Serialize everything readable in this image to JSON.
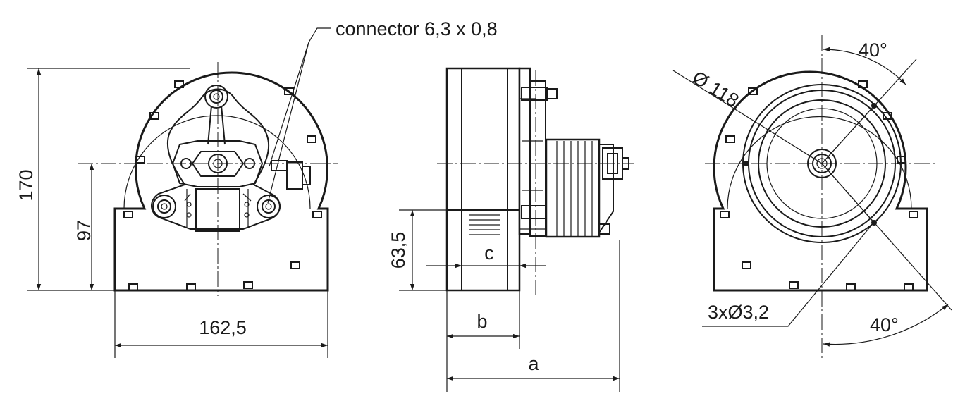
{
  "labels": {
    "connector": "connector 6,3 x 0,8",
    "height_total": "170",
    "height_axis": "97",
    "width_front": "162,5",
    "height_outlet": "63,5",
    "dim_a": "a",
    "dim_b": "b",
    "dim_c": "c",
    "diameter": "Ø 118",
    "angle_top": "40°",
    "angle_bottom": "40°",
    "holes": "3xØ3,2"
  },
  "colors": {
    "line": "#1a1a1a",
    "background": "#ffffff"
  }
}
